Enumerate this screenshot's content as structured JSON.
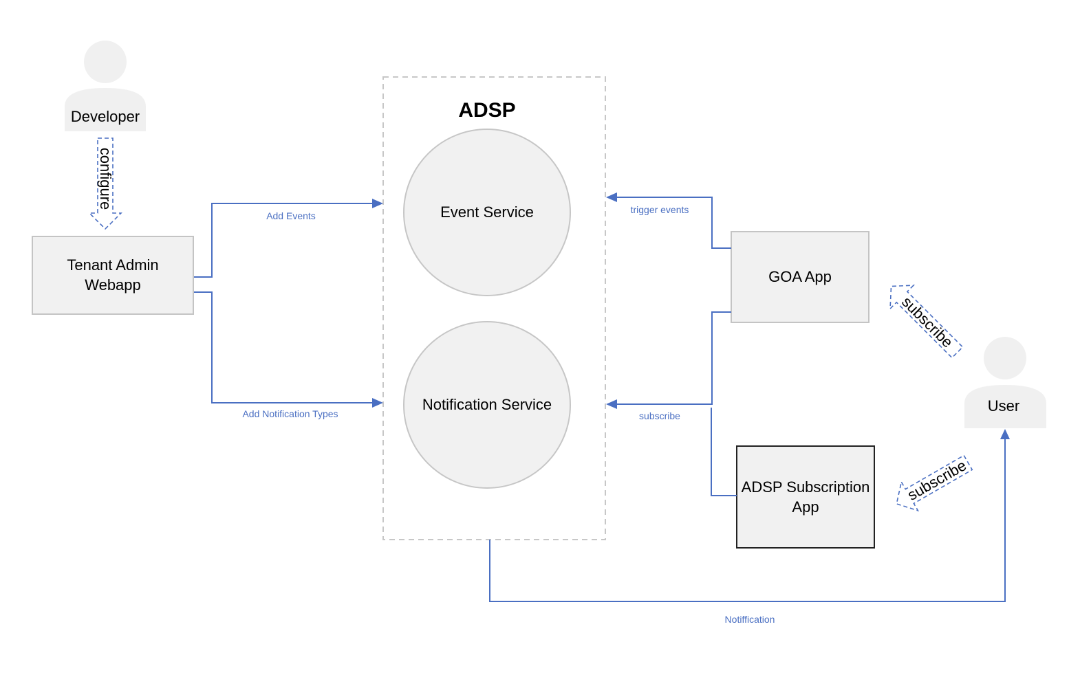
{
  "group": {
    "title": "ADSP"
  },
  "actors": {
    "developer": "Developer",
    "user": "User"
  },
  "nodes": {
    "tenant_admin_line1": "Tenant Admin",
    "tenant_admin_line2": "Webapp",
    "event_service": "Event Service",
    "notification_service": "Notification Service",
    "goa_app": "GOA App",
    "subscription_app_line1": "ADSP Subscription",
    "subscription_app_line2": "App"
  },
  "edges": {
    "add_events": "Add Events",
    "add_notification_types": "Add Notification Types",
    "trigger_events": "trigger events",
    "subscribe": "subscribe",
    "notification": "Notiffication"
  },
  "block_arrows": {
    "configure": "configure",
    "subscribe_goa": "subscribe",
    "subscribe_adsp": "subscribe"
  },
  "colors": {
    "connector": "#4a6fc2",
    "node_fill": "#f1f1f1",
    "border_light": "#c4c4c4",
    "border_dark": "#222222"
  }
}
